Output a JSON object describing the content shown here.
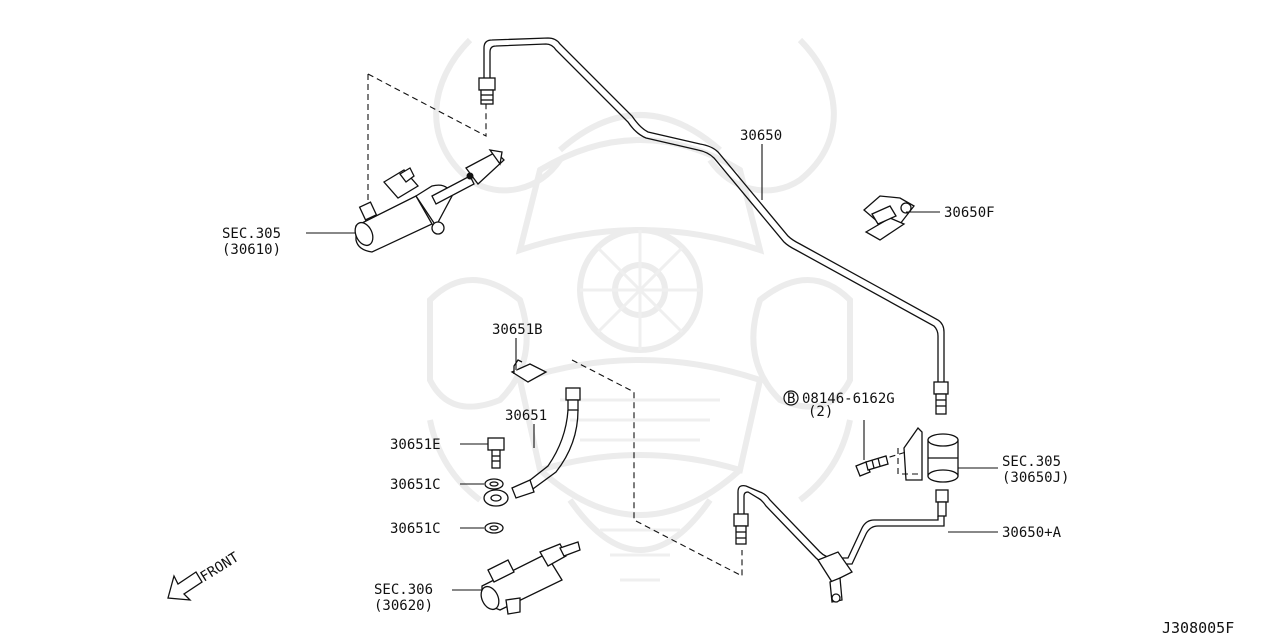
{
  "diagram": {
    "code": "J308005F",
    "direction_label": "FRONT",
    "labels": {
      "pipe_main": "30650",
      "clip": "30650F",
      "master_sec": "SEC.305",
      "master_part": "(30610)",
      "bracket": "30651B",
      "hose": "30651",
      "bolt": "30651E",
      "washer_upper": "30651C",
      "washer_lower": "30651C",
      "operating_sec": "SEC.306",
      "operating_part": "(30620)",
      "bolt_bracket_code": "08146-6162G",
      "bolt_bracket_qty": "(2)",
      "bolt_bracket_circle": "B",
      "damper_sec": "SEC.305",
      "damper_part": "(30650J)",
      "pipe_a": "30650+A"
    }
  }
}
